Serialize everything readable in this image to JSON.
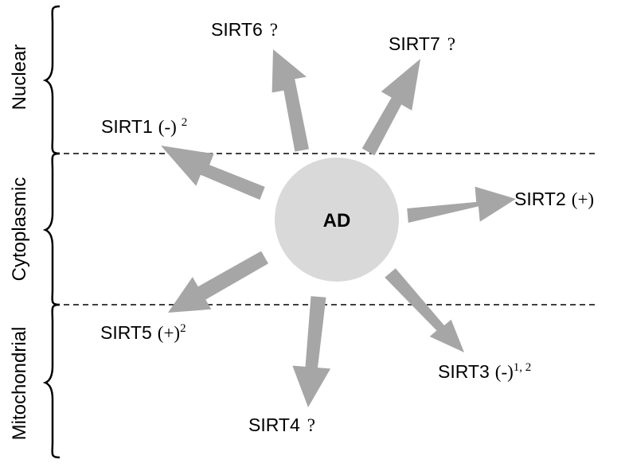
{
  "regions": [
    "Nuclear",
    "Cytoplasmic",
    "Mitochondrial"
  ],
  "center_label": "AD",
  "colors": {
    "arrow": "#a6a6a6",
    "circle": "#d9d9d9",
    "divider": "#000000"
  },
  "sirtuins": [
    {
      "name": "SIRT1",
      "mark": "(-)",
      "sup": "2"
    },
    {
      "name": "SIRT2",
      "mark": "(+)",
      "sup": ""
    },
    {
      "name": "SIRT3",
      "mark": "(-)",
      "sup": "1, 2"
    },
    {
      "name": "SIRT4",
      "mark": "?",
      "sup": ""
    },
    {
      "name": "SIRT5",
      "mark": "(+)",
      "sup": "2"
    },
    {
      "name": "SIRT6",
      "mark": "?",
      "sup": ""
    },
    {
      "name": "SIRT7",
      "mark": "?",
      "sup": ""
    }
  ]
}
